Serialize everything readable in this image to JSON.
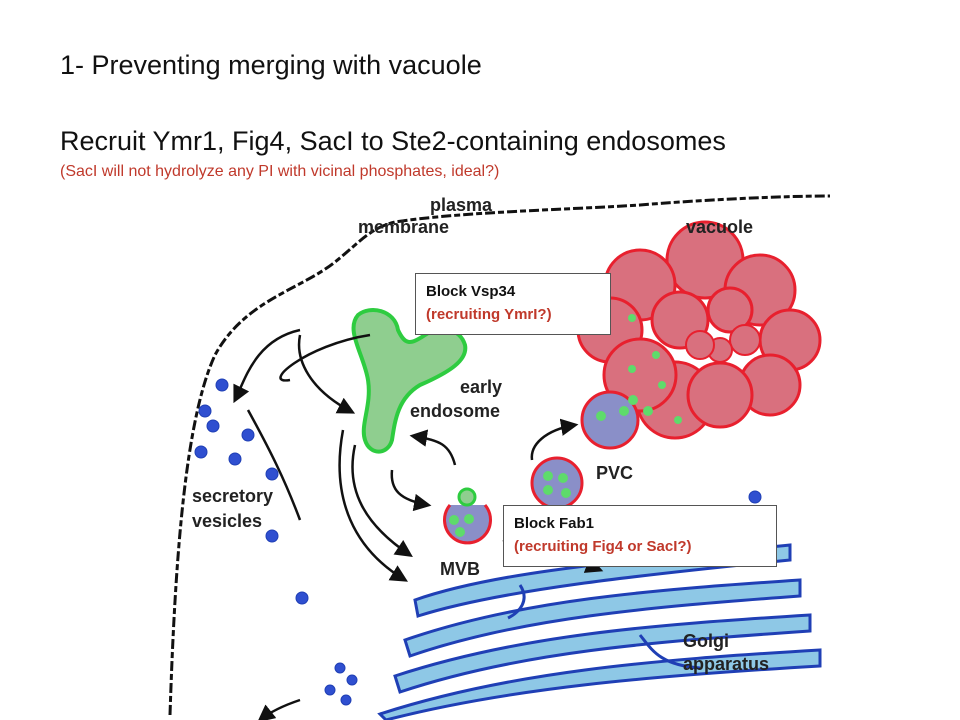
{
  "slide": {
    "heading": "1- Preventing merging with vacuole",
    "subheading": "Recruit Ymr1, Fig4, SacI to Ste2-containing endosomes",
    "note": "(SacI will not hydrolyze any PI with vicinal phosphates, ideal?)"
  },
  "diagram": {
    "labels": {
      "plasma_membrane_1": "plasma",
      "plasma_membrane_2": "membrane",
      "vacuole": "vacuole",
      "early_endosome_1": "early",
      "early_endosome_2": "endosome",
      "pvc": "PVC",
      "secretory_1": "secretory",
      "secretory_2": "vesicles",
      "mvb": "MVB",
      "golgi_1": "Golgi",
      "golgi_2": "apparatus"
    },
    "callouts": {
      "vsp34": {
        "line1": "Block Vsp34",
        "line2": "(recruiting YmrI?)"
      },
      "fab1": {
        "line1": "Block Fab1",
        "line2": "(recruiting Fig4 or SacI?)"
      }
    },
    "colors": {
      "vacuole_fill": "#d9707e",
      "vacuole_stroke": "#e8202e",
      "endosome_fill": "#8fce8f",
      "endosome_stroke": "#2ecc40",
      "vesicle_blue": "#2f4fd0",
      "golgi_fill": "#8ec8e6",
      "golgi_stroke": "#1f3fb5",
      "pvc_fill": "#8a8fc8",
      "callout_red": "#c0392b"
    }
  }
}
